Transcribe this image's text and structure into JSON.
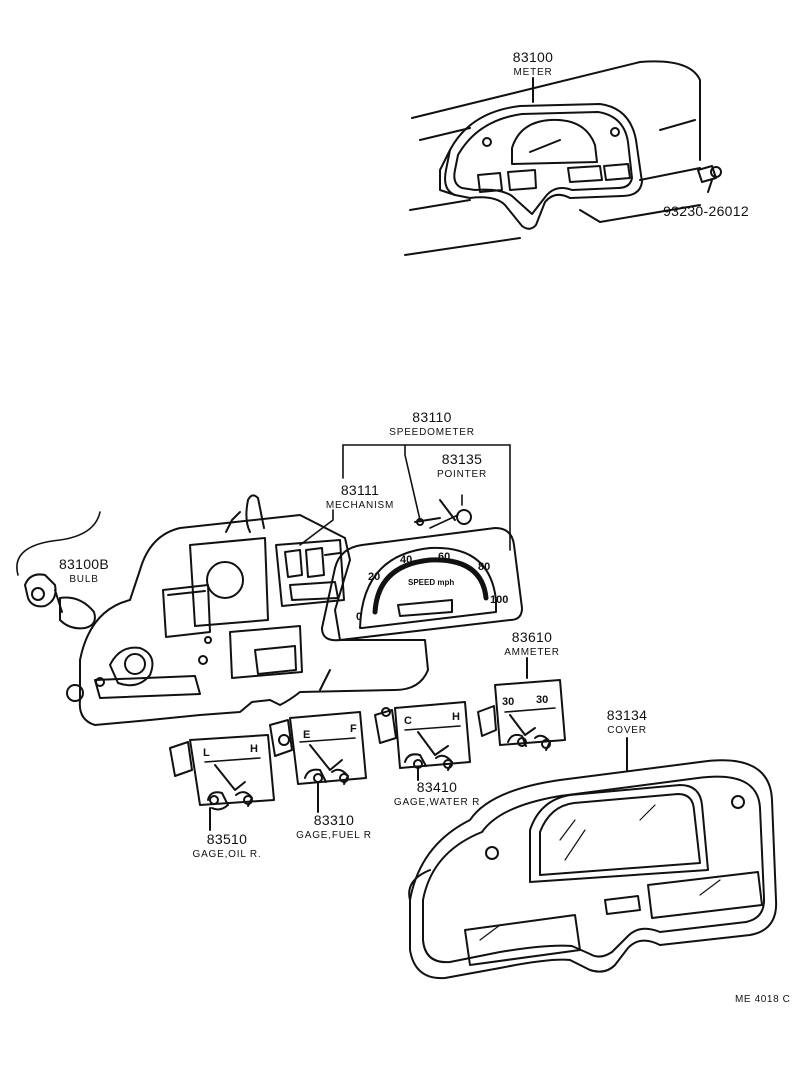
{
  "parts": {
    "meter": {
      "number": "83100",
      "name": "METER"
    },
    "screw": {
      "number": "93230-26012"
    },
    "speedometer": {
      "number": "83110",
      "name": "SPEEDOMETER"
    },
    "pointer": {
      "number": "83135",
      "name": "POINTER"
    },
    "mechanism": {
      "number": "83111",
      "name": "MECHANISM"
    },
    "bulb": {
      "number": "83100B",
      "name": "BULB"
    },
    "ammeter": {
      "number": "83610",
      "name": "AMMETER"
    },
    "cover": {
      "number": "83134",
      "name": "COVER"
    },
    "gage_water": {
      "number": "83410",
      "name": "GAGE,WATER R"
    },
    "gage_fuel": {
      "number": "83310",
      "name": "GAGE,FUEL R"
    },
    "gage_oil": {
      "number": "83510",
      "name": "GAGE,OIL R."
    }
  },
  "dials": {
    "speedometer": [
      "0",
      "20",
      "40",
      "60",
      "80",
      "100"
    ],
    "speed_unit": "SPEED mph",
    "ammeter": [
      "30",
      "30"
    ],
    "oil": [
      "L",
      "H"
    ],
    "fuel": [
      "E",
      "F"
    ],
    "water": [
      "C",
      "H"
    ]
  },
  "drawing_code": "ME 4018 C"
}
